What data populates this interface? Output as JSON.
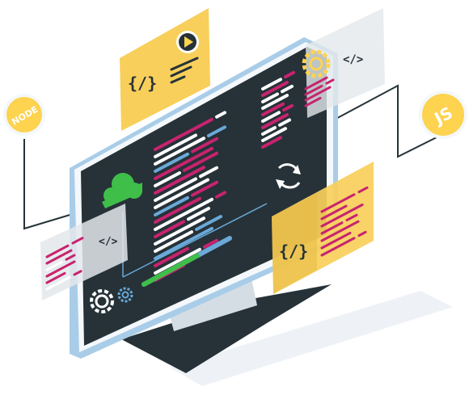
{
  "badges": {
    "node": "NODE",
    "js": "JS"
  },
  "tags": {
    "top_card": "{/}",
    "top_right_card": "</>",
    "left_card": "</>",
    "right_card": "{/}"
  },
  "colors": {
    "screen": "#263238",
    "bezel_outer": "#a9cde8",
    "bezel_inner": "#f4f8fb",
    "accent_yellow": "#fdd34f",
    "card_yellow": "#f8cf5a",
    "magenta": "#c8236e",
    "progress_green": "#3fbe49",
    "progress_track": "#6aa9d8",
    "cloud_green": "#3fbe49",
    "line": "#263238"
  },
  "icons": {
    "cloud": "cloud-icon",
    "sync": "sync-icon",
    "gear": "gear-icon",
    "play": "play-icon"
  },
  "progress": {
    "fill_fraction": 0.62
  }
}
